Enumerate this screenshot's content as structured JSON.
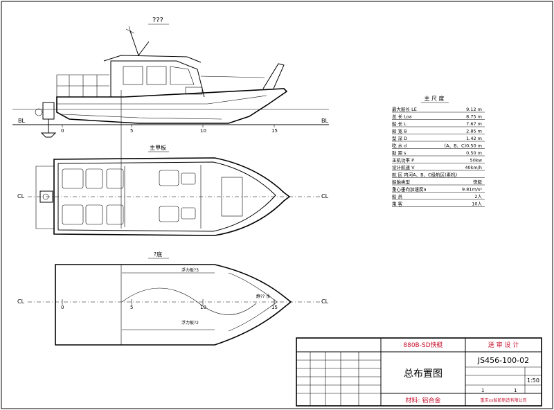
{
  "views": {
    "side": {
      "title": "???",
      "bl_left": "BL",
      "bl_right": "BL",
      "ticks": [
        "0",
        "5",
        "10",
        "15"
      ]
    },
    "plan": {
      "title": "主甲板",
      "cl_left": "CL",
      "cl_right": "CL"
    },
    "bottom": {
      "title": "?底",
      "cl_left": "CL",
      "cl_right": "CL",
      "ticks": [
        "0",
        "5",
        "10",
        "15"
      ],
      "label_upper": "浮力板?3",
      "label_lower": "浮力板?2",
      "label_tip": "静?? 水"
    }
  },
  "particulars": {
    "title": "主 尺 度",
    "rows": [
      {
        "name": "最大船长 LE",
        "value": "9.12 m"
      },
      {
        "name": "总 长 Loa",
        "value": "8.75 m"
      },
      {
        "name": "船 长 L",
        "value": "7.67 m"
      },
      {
        "name": "船 宽 B",
        "value": "2.85 m"
      },
      {
        "name": "型 深 D",
        "value": "1.42 m"
      },
      {
        "name": "吃 水 d",
        "value": "(A、B、C)0.50 m"
      },
      {
        "name": "助 距 s",
        "value": "0.50 m"
      },
      {
        "name": "主机功率 P",
        "value": "50kw"
      },
      {
        "name": "设计航速 V",
        "value": "40km/h"
      },
      {
        "name": "航 区 内河A、B、C级航区(素机)",
        "value": ""
      },
      {
        "name": "船舶类型",
        "value": "快艇"
      },
      {
        "name": "重心垂向加速度a",
        "value": "9.81m/s²"
      },
      {
        "name": "船 员",
        "value": "2人"
      },
      {
        "name": "乘 客",
        "value": "10人"
      }
    ]
  },
  "title_block": {
    "boat_name": "880B-SD快艇",
    "design_stage": "送 审 设 计",
    "drawing_title": "总布置图",
    "drawing_number": "JS456-100-02",
    "scale": "1:50",
    "sheet_a": "1",
    "sheet_b": "1",
    "material": "材料: 铝合金",
    "company": "重庆xx船舶制造有限公司"
  },
  "colors": {
    "line": "#000000",
    "title_block_text": "#c8102e",
    "paper": "#ffffff"
  }
}
